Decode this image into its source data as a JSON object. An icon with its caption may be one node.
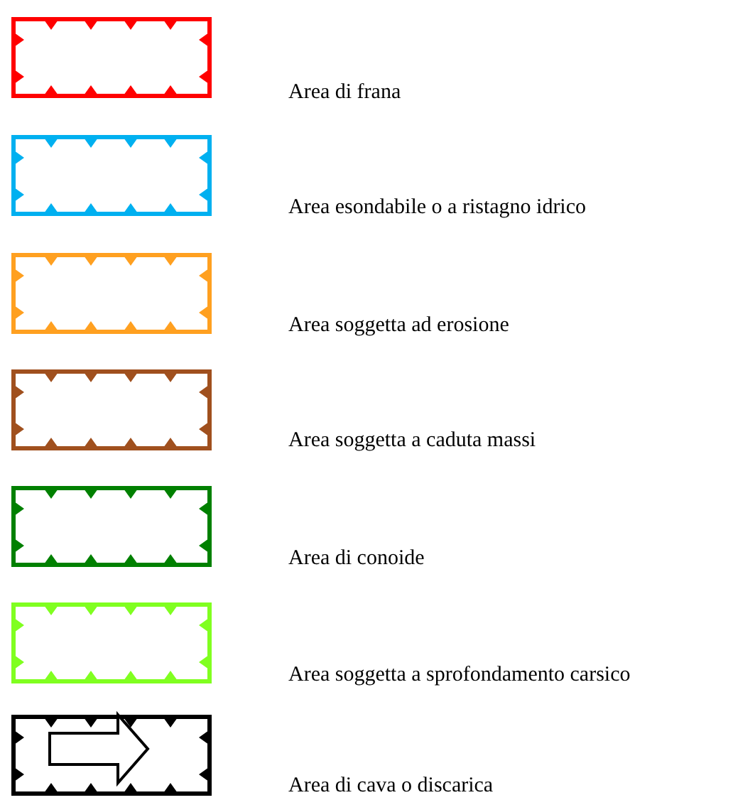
{
  "diagram": {
    "legend": [
      {
        "text": "Area di frana",
        "color": "#ff0000"
      },
      {
        "text": "Area esondabile o a ristagno idrico",
        "color": "#00b0f0"
      },
      {
        "text": "Area soggetta ad erosione",
        "color": "#ffa020"
      },
      {
        "text": "Area soggetta a caduta massi",
        "color": "#a0501e"
      },
      {
        "text": "Area di conoide",
        "color": "#008000"
      },
      {
        "text": "Area soggetta a sprofondamento carsico",
        "color": "#80ff20"
      },
      {
        "text": "Area di cava o discarica",
        "color": "#000000"
      }
    ]
  }
}
